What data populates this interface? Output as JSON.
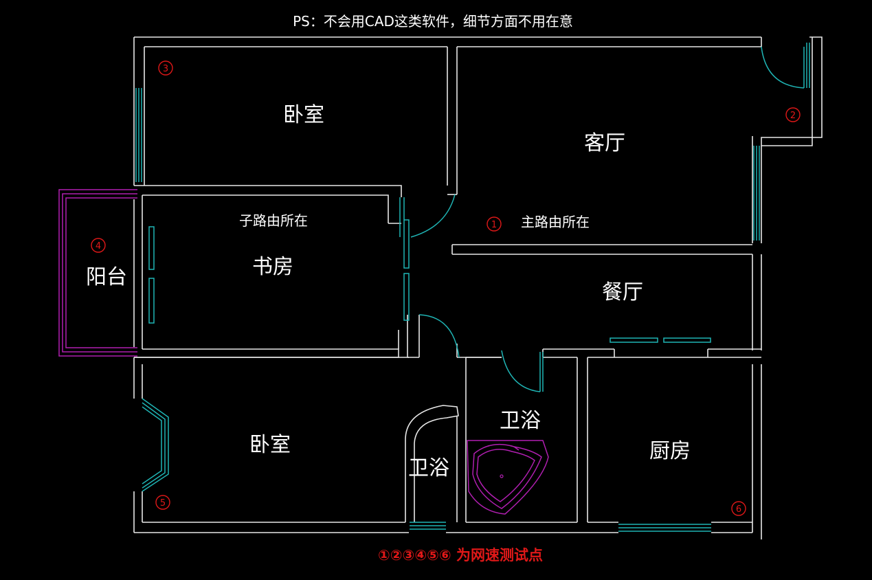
{
  "note": "PS：不会用CAD这类软件，细节方面不用在意",
  "legend": "①②③④⑤⑥ 为网速测试点",
  "rooms": {
    "bedroom_top": "卧室",
    "living_room": "客厅",
    "sub_router": "子路由所在",
    "main_router": "主路由所在",
    "study": "书房",
    "balcony": "阳台",
    "dining": "餐厅",
    "bathroom_right": "卫浴",
    "bedroom_bottom": "卧室",
    "bathroom_left": "卫浴",
    "kitchen": "厨房"
  },
  "points": {
    "p1": "1",
    "p2": "2",
    "p3": "3",
    "p4": "4",
    "p5": "5",
    "p6": "6"
  },
  "colors": {
    "background": "#000000",
    "wall": "#e8e8e8",
    "window": "#1fb5b5",
    "balcony_outline": "#b11fb1",
    "test_point": "#e01818"
  }
}
